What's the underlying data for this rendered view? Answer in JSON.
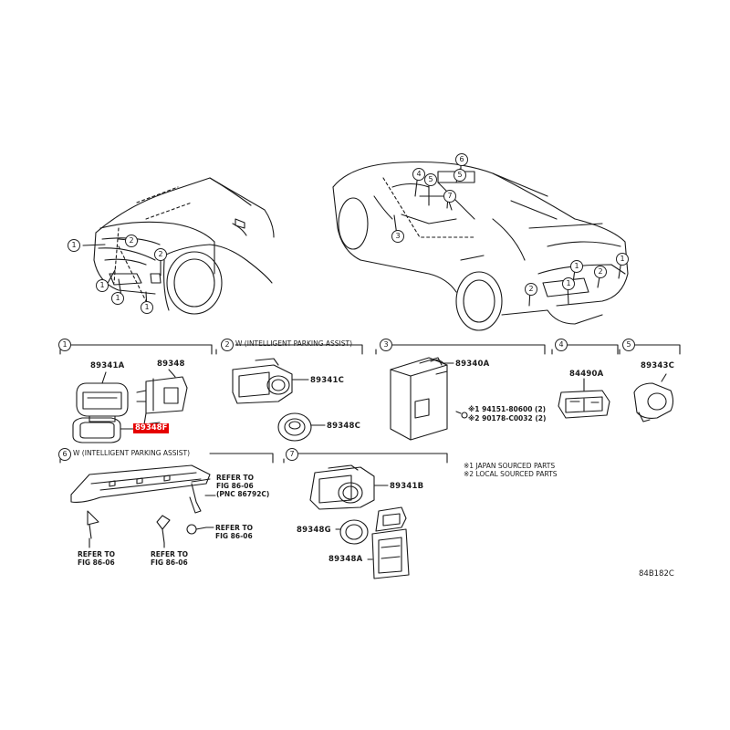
{
  "callouts": [
    "1",
    "2",
    "3",
    "4",
    "5",
    "6",
    "7"
  ],
  "sections": {
    "s1": {
      "num": "1"
    },
    "s2": {
      "num": "2",
      "title": "W (INTELLIGENT PARKING ASSIST)"
    },
    "s3": {
      "num": "3"
    },
    "s4": {
      "num": "4"
    },
    "s5": {
      "num": "5"
    },
    "s6": {
      "num": "6",
      "title": "W (INTELLIGENT PARKING ASSIST)"
    },
    "s7": {
      "num": "7"
    }
  },
  "parts": {
    "p89341A": "89341A",
    "p89348": "89348",
    "p89348F": "89348F",
    "p89341C": "89341C",
    "p89348C": "89348C",
    "p89340A": "89340A",
    "p84490A": "84490A",
    "p89343C": "89343C",
    "p89341B": "89341B",
    "p89348G": "89348G",
    "p89348A": "89348A"
  },
  "fasteners": [
    "※1 94151-80600 (2)",
    "※2 90178-C0032 (2)"
  ],
  "notes": [
    "※1 JAPAN SOURCED PARTS",
    "※2 LOCAL SOURCED PARTS"
  ],
  "refs": {
    "r1_l1": "REFER TO",
    "r1_l2": "FIG 86-06",
    "r1_l3": "(PNC 86792C)",
    "r2_l1": "REFER TO",
    "r2_l2": "FIG 86-06",
    "r3_l1": "REFER TO",
    "r3_l2": "FIG 86-06",
    "r4_l1": "REFER TO",
    "r4_l2": "FIG 86-06"
  },
  "drawing_code": "84B182C",
  "colors": {
    "line": "#1a1a1a",
    "highlight": "#e60000",
    "background": "#ffffff"
  }
}
